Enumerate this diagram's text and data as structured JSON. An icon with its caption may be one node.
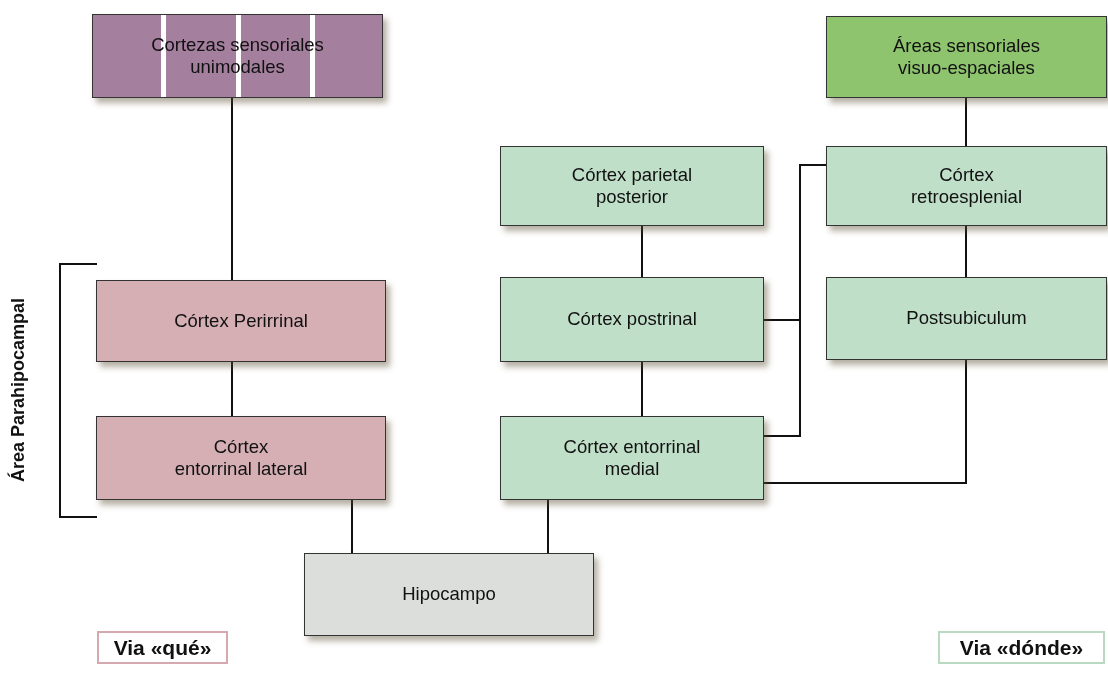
{
  "diagram": {
    "nodes": [
      {
        "text": [
          "Cortezas sensoriales unimodales"
        ]
      },
      {
        "text": [
          "Áreas sensoriales visuo-espaciales"
        ]
      },
      {
        "text": [
          "Córtex parietal posterior"
        ]
      },
      {
        "text": [
          "Córtex retroesplenial"
        ]
      },
      {
        "text": [
          "Córtex Perirrinal"
        ]
      },
      {
        "text": [
          "Córtex postrinal"
        ]
      },
      {
        "text": [
          "Postsubiculum"
        ]
      },
      {
        "text": [
          "Córtex entorrinal lateral"
        ]
      },
      {
        "text": [
          "Córtex entorrinal medial"
        ]
      },
      {
        "text": [
          "Hipocampo"
        ]
      },
      {
        "text": [
          "Via «qué»"
        ]
      },
      {
        "text": [
          "Via «dónde»"
        ]
      }
    ],
    "edges": [
      {
        "from": 0,
        "to": 4,
        "arrow": "none"
      },
      {
        "from": 1,
        "to": 3,
        "arrow": "none"
      },
      {
        "from": 2,
        "to": 5,
        "arrow": "none"
      },
      {
        "from": 3,
        "to": 6,
        "arrow": "none"
      },
      {
        "from": 4,
        "to": 7,
        "arrow": "none"
      },
      {
        "from": 5,
        "to": 8,
        "arrow": "none"
      },
      {
        "from": 7,
        "to": 9,
        "arrow": "none"
      },
      {
        "from": 8,
        "to": 9,
        "arrow": "none"
      },
      {
        "from": 5,
        "to": 3,
        "arrow": "none"
      },
      {
        "from": 3,
        "to": 8,
        "arrow": "none"
      },
      {
        "from": 6,
        "to": 8,
        "arrow": "none"
      }
    ],
    "labels": [
      "Área Parahipocampal"
    ]
  }
}
